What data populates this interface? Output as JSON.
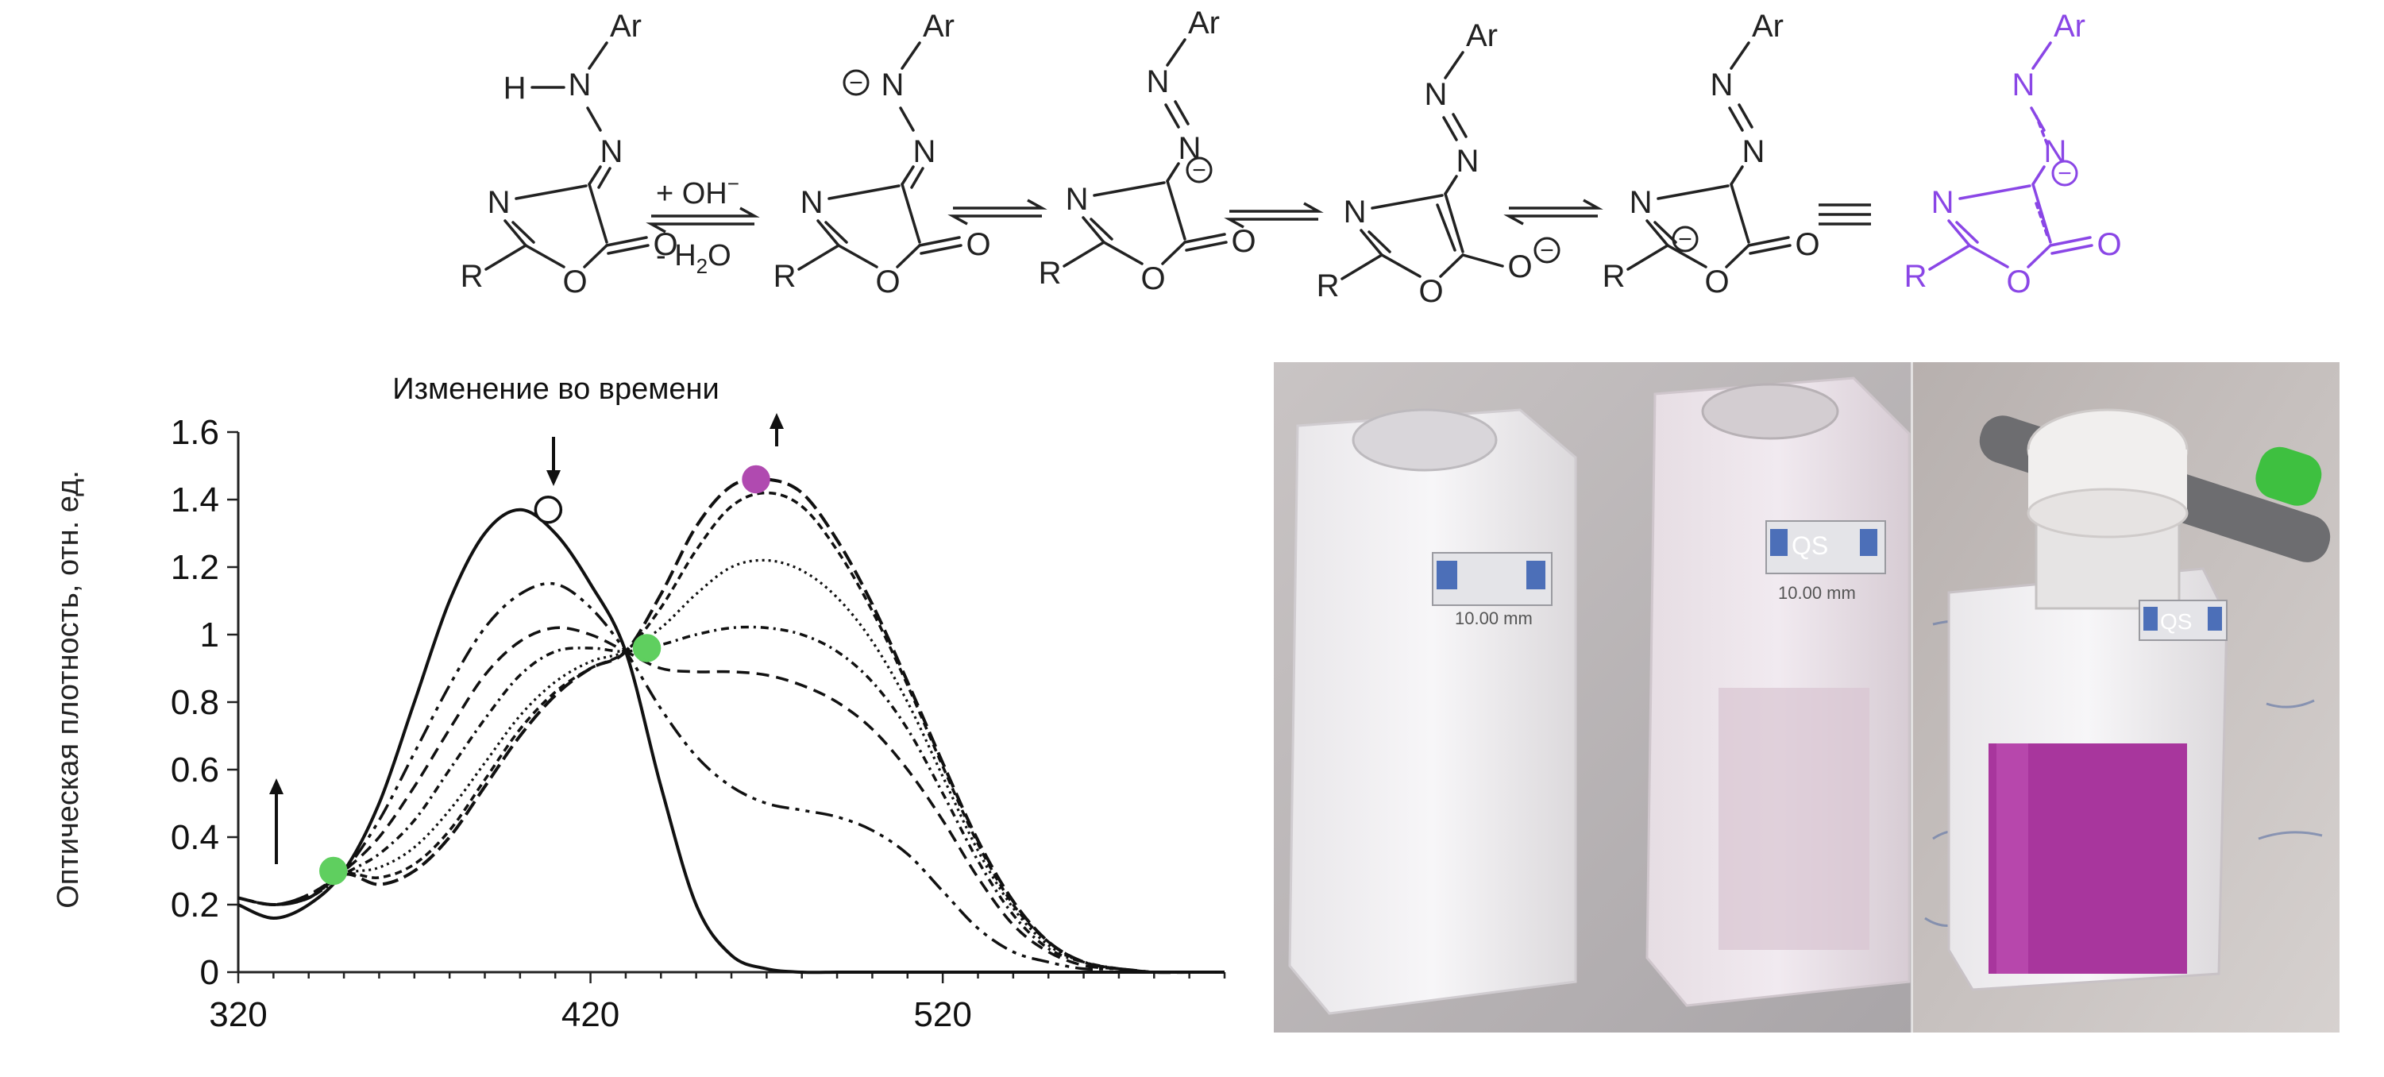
{
  "scheme": {
    "labels": {
      "ar": "Ar",
      "h": "H",
      "n": "N",
      "o": "O",
      "r": "R",
      "minus": "−"
    },
    "reagents": {
      "top": "+ OH",
      "top_sup": "−",
      "bottom": "- H",
      "bottom_sub": "2",
      "bottom_end": "O"
    },
    "highlight_color": "#8a46e6"
  },
  "chart_data": {
    "type": "line",
    "xlabel": "",
    "ylabel": "Оптическая плотность, отн. ед.",
    "annotation": "Изменение во времени",
    "xlim": [
      320,
      600
    ],
    "ylim": [
      0,
      1.6
    ],
    "x_ticks": [
      "320",
      "420",
      "520"
    ],
    "y_ticks": [
      "0",
      "0.2",
      "0.4",
      "0.6",
      "0.8",
      "1",
      "1.2",
      "1.4",
      "1.6"
    ],
    "x": [
      320,
      330,
      340,
      350,
      360,
      370,
      380,
      390,
      400,
      410,
      420,
      430,
      440,
      450,
      460,
      470,
      480,
      490,
      500,
      510,
      520,
      530,
      540,
      550,
      560,
      570,
      580,
      590,
      600
    ],
    "series": [
      {
        "values": [
          0.2,
          0.16,
          0.2,
          0.3,
          0.5,
          0.8,
          1.1,
          1.3,
          1.37,
          1.3,
          1.15,
          0.95,
          0.55,
          0.2,
          0.05,
          0.01,
          0,
          0,
          0,
          0,
          0,
          0,
          0,
          0,
          0,
          0,
          0,
          0,
          0
        ]
      },
      {
        "values": [
          0.22,
          0.2,
          0.23,
          0.3,
          0.45,
          0.65,
          0.85,
          1.02,
          1.12,
          1.15,
          1.08,
          0.95,
          0.78,
          0.64,
          0.55,
          0.5,
          0.48,
          0.46,
          0.42,
          0.35,
          0.24,
          0.13,
          0.06,
          0.03,
          0.01,
          0.01,
          0,
          0,
          0
        ]
      },
      {
        "values": [
          0.22,
          0.2,
          0.23,
          0.3,
          0.4,
          0.55,
          0.72,
          0.88,
          0.98,
          1.02,
          1.0,
          0.95,
          0.9,
          0.89,
          0.89,
          0.88,
          0.85,
          0.8,
          0.72,
          0.6,
          0.45,
          0.28,
          0.14,
          0.06,
          0.02,
          0.01,
          0,
          0,
          0
        ]
      },
      {
        "values": [
          0.22,
          0.2,
          0.22,
          0.29,
          0.35,
          0.45,
          0.6,
          0.75,
          0.88,
          0.95,
          0.96,
          0.95,
          0.97,
          1.0,
          1.02,
          1.02,
          1.0,
          0.95,
          0.86,
          0.72,
          0.53,
          0.33,
          0.17,
          0.07,
          0.03,
          0.01,
          0,
          0,
          0
        ]
      },
      {
        "values": [
          0.22,
          0.2,
          0.22,
          0.29,
          0.31,
          0.37,
          0.48,
          0.62,
          0.76,
          0.86,
          0.92,
          0.95,
          1.02,
          1.12,
          1.2,
          1.22,
          1.19,
          1.11,
          0.98,
          0.8,
          0.58,
          0.36,
          0.19,
          0.08,
          0.03,
          0.01,
          0,
          0,
          0
        ]
      },
      {
        "values": [
          0.22,
          0.2,
          0.22,
          0.29,
          0.28,
          0.32,
          0.42,
          0.57,
          0.72,
          0.83,
          0.9,
          0.95,
          1.08,
          1.25,
          1.38,
          1.42,
          1.38,
          1.25,
          1.07,
          0.85,
          0.61,
          0.38,
          0.2,
          0.09,
          0.03,
          0.01,
          0,
          0,
          0
        ]
      },
      {
        "values": [
          0.22,
          0.2,
          0.22,
          0.29,
          0.26,
          0.3,
          0.4,
          0.55,
          0.7,
          0.82,
          0.9,
          0.95,
          1.12,
          1.32,
          1.44,
          1.46,
          1.42,
          1.28,
          1.09,
          0.86,
          0.62,
          0.39,
          0.21,
          0.09,
          0.03,
          0.01,
          0,
          0,
          0
        ]
      }
    ],
    "markers": [
      {
        "x": 408,
        "y": 1.37,
        "color": "#ffffff",
        "name": "open-circle"
      },
      {
        "x": 347,
        "y": 0.3,
        "color": "#5fcf5f",
        "name": "isosbestic-low"
      },
      {
        "x": 436,
        "y": 0.96,
        "color": "#5fcf5f",
        "name": "isosbestic-high"
      },
      {
        "x": 467,
        "y": 1.46,
        "color": "#b04ab0",
        "name": "purple-peak"
      }
    ]
  },
  "photos": {
    "cuvette_label": "QS",
    "cuvette_path": "10.00 mm",
    "solution_color": "#a8369d"
  }
}
